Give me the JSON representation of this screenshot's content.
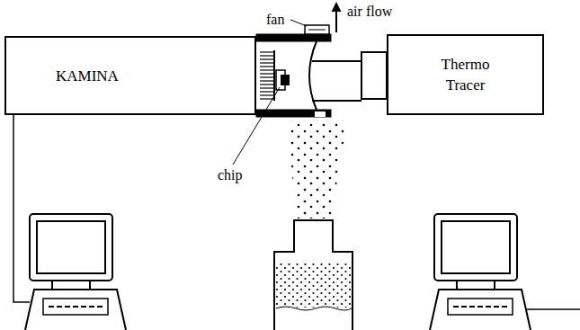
{
  "diagram": {
    "nodes": [
      {
        "text": [
          "KAMINA"
        ]
      },
      {
        "text": [
          "Thermo Tracer"
        ]
      }
    ],
    "labels": [
      "fan",
      "air flow",
      "chip"
    ]
  }
}
